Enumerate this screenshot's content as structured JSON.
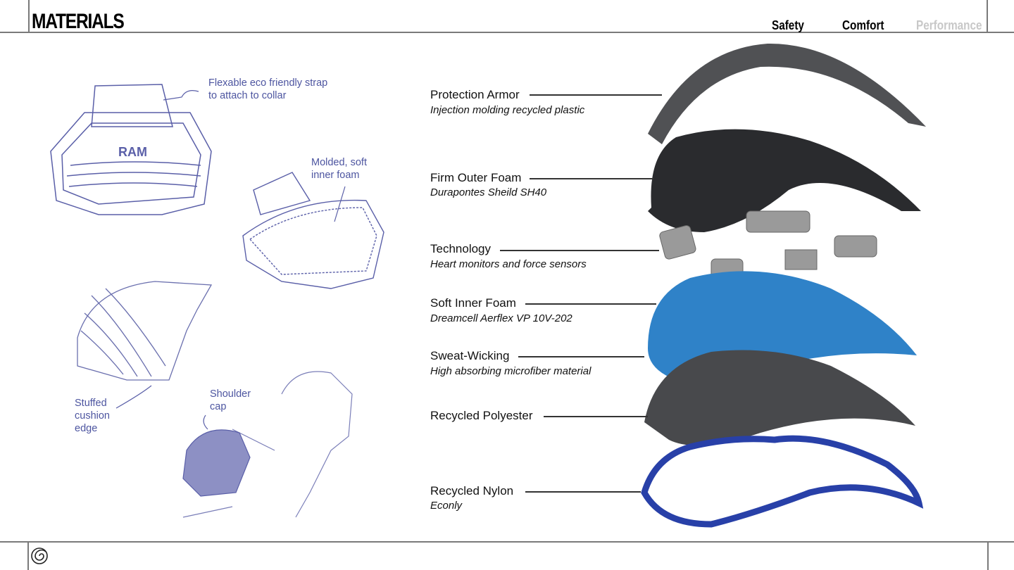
{
  "header": {
    "title": "MATERIALS",
    "nav": [
      "Safety",
      "Comfort",
      "Performance"
    ],
    "active_nav_color": "#000000",
    "inactive_nav_color": "#c8c8c8"
  },
  "sketch_notes": {
    "strap": [
      "Flexable eco friendly strap",
      "to attach to collar"
    ],
    "foam": [
      "Molded, soft",
      "inner foam"
    ],
    "edge": [
      "Stuffed",
      "cushion",
      "edge"
    ],
    "cap": [
      "Shoulder",
      "cap"
    ],
    "logo_text": "RAM"
  },
  "layers": [
    {
      "name": "Protection Armor",
      "material": "Injection molding recycled plastic"
    },
    {
      "name": "Firm Outer Foam",
      "material": "Durapontes Sheild SH40"
    },
    {
      "name": "Technology",
      "material": "Heart monitors and force sensors"
    },
    {
      "name": "Soft Inner Foam",
      "material": "Dreamcell Aerflex VP 10V-202"
    },
    {
      "name": "Sweat-Wicking",
      "material": "High absorbing microfiber material"
    },
    {
      "name": "Recycled Polyester",
      "material": ""
    },
    {
      "name": "Recycled Nylon",
      "material": "Econly"
    }
  ],
  "footer": {
    "logo": "spiral-logo"
  }
}
